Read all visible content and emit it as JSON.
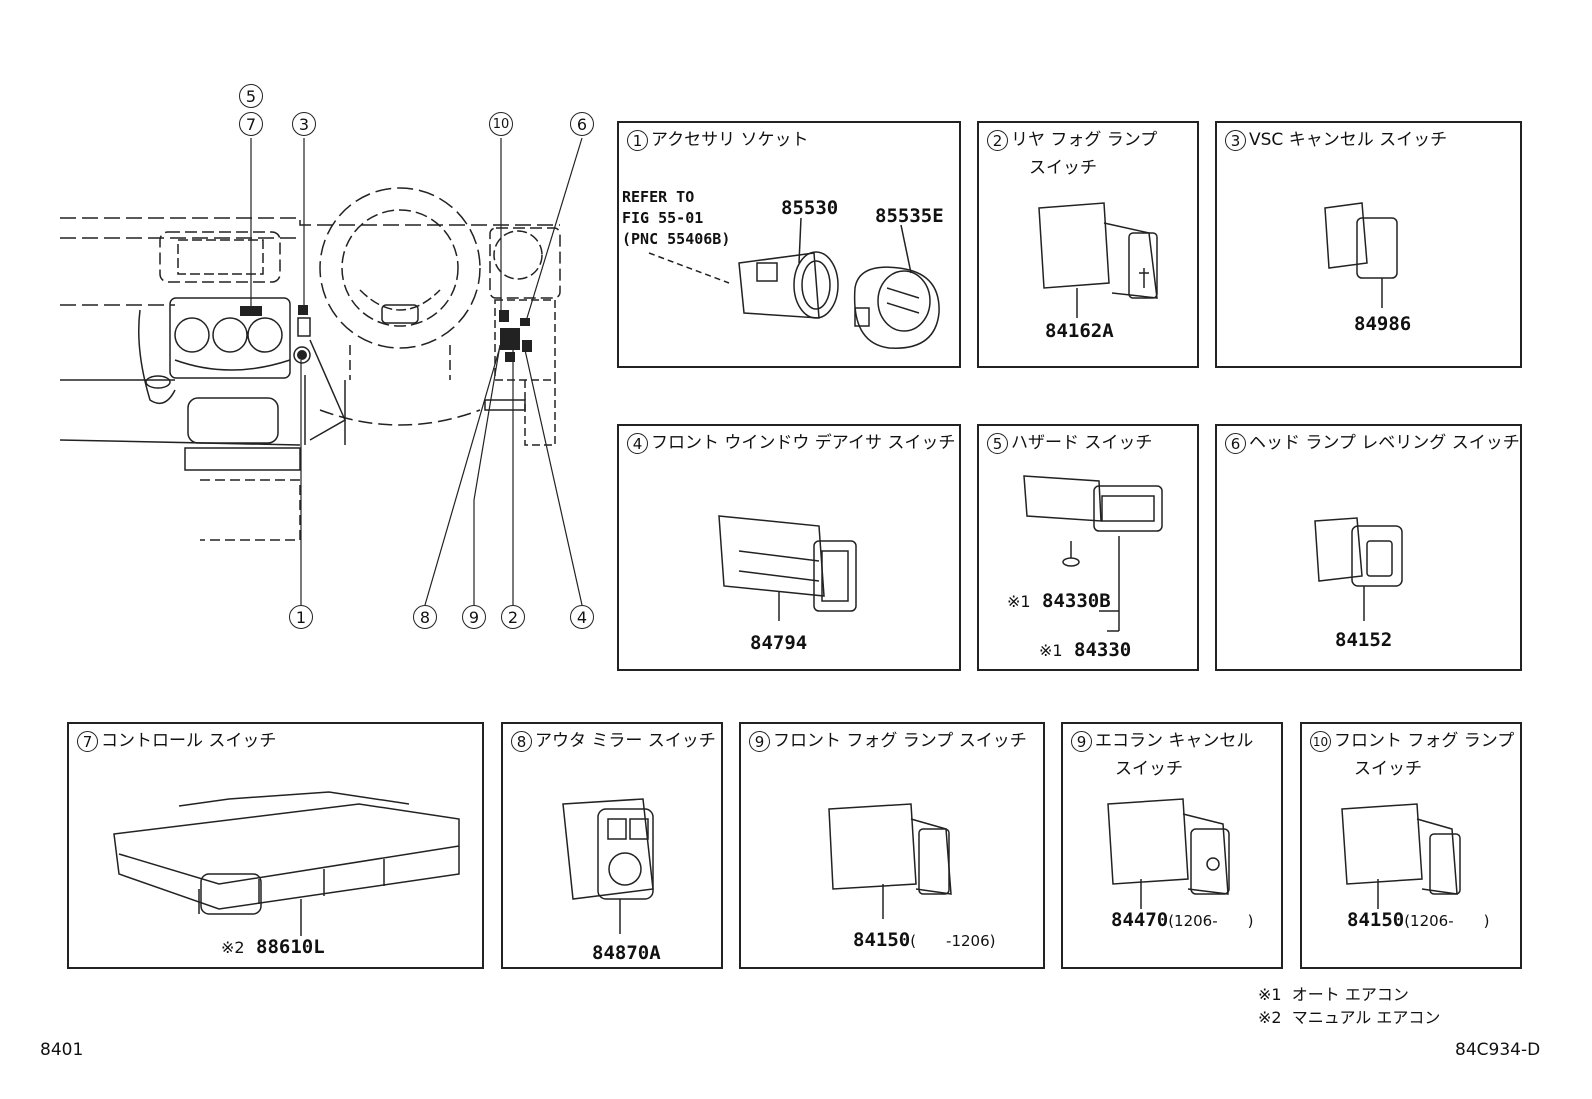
{
  "panels": {
    "p1": {
      "num": "1",
      "title": "アクセサリ ソケット",
      "refer": "REFER TO\nFIG 55-01\n(PNC 55406B)",
      "parts": [
        "85530",
        "85535E"
      ]
    },
    "p2": {
      "num": "2",
      "title": "リヤ フォグ ランプ",
      "title2": "スイッチ",
      "part": "84162A"
    },
    "p3": {
      "num": "3",
      "title": "VSC キャンセル スイッチ",
      "part": "84986"
    },
    "p4": {
      "num": "4",
      "title": "フロント ウインドウ デアイサ スイッチ",
      "part": "84794"
    },
    "p5": {
      "num": "5",
      "title": "ハザード スイッチ",
      "mark": "※1",
      "part_a": "84330B",
      "part_b": "84330"
    },
    "p6": {
      "num": "6",
      "title": "ヘッド ランプ レベリング スイッチ",
      "part": "84152"
    },
    "p7": {
      "num": "7",
      "title": "コントロール スイッチ",
      "mark": "※2",
      "part": "88610L"
    },
    "p8": {
      "num": "8",
      "title": "アウタ ミラー スイッチ",
      "part": "84870A"
    },
    "p9a": {
      "num": "9",
      "title": "フロント フォグ ランプ スイッチ",
      "part": "84150",
      "range": "(　　-1206)"
    },
    "p9b": {
      "num": "9",
      "title": "エコラン キャンセル",
      "title2": "スイッチ",
      "part": "84470",
      "range": "(1206-　　)"
    },
    "p10": {
      "num": "10",
      "title": "フロント フォグ ランプ",
      "title2": "スイッチ",
      "part": "84150",
      "range": "(1206-　　)"
    }
  },
  "overview_callouts": [
    "5",
    "7",
    "3",
    "10",
    "6",
    "1",
    "8",
    "9",
    "2",
    "4"
  ],
  "legend": [
    {
      "mark": "※1",
      "text": "オート エアコン"
    },
    {
      "mark": "※2",
      "text": "マニュアル エアコン"
    }
  ],
  "footer": {
    "left": "8401",
    "right": "84C934-D"
  }
}
